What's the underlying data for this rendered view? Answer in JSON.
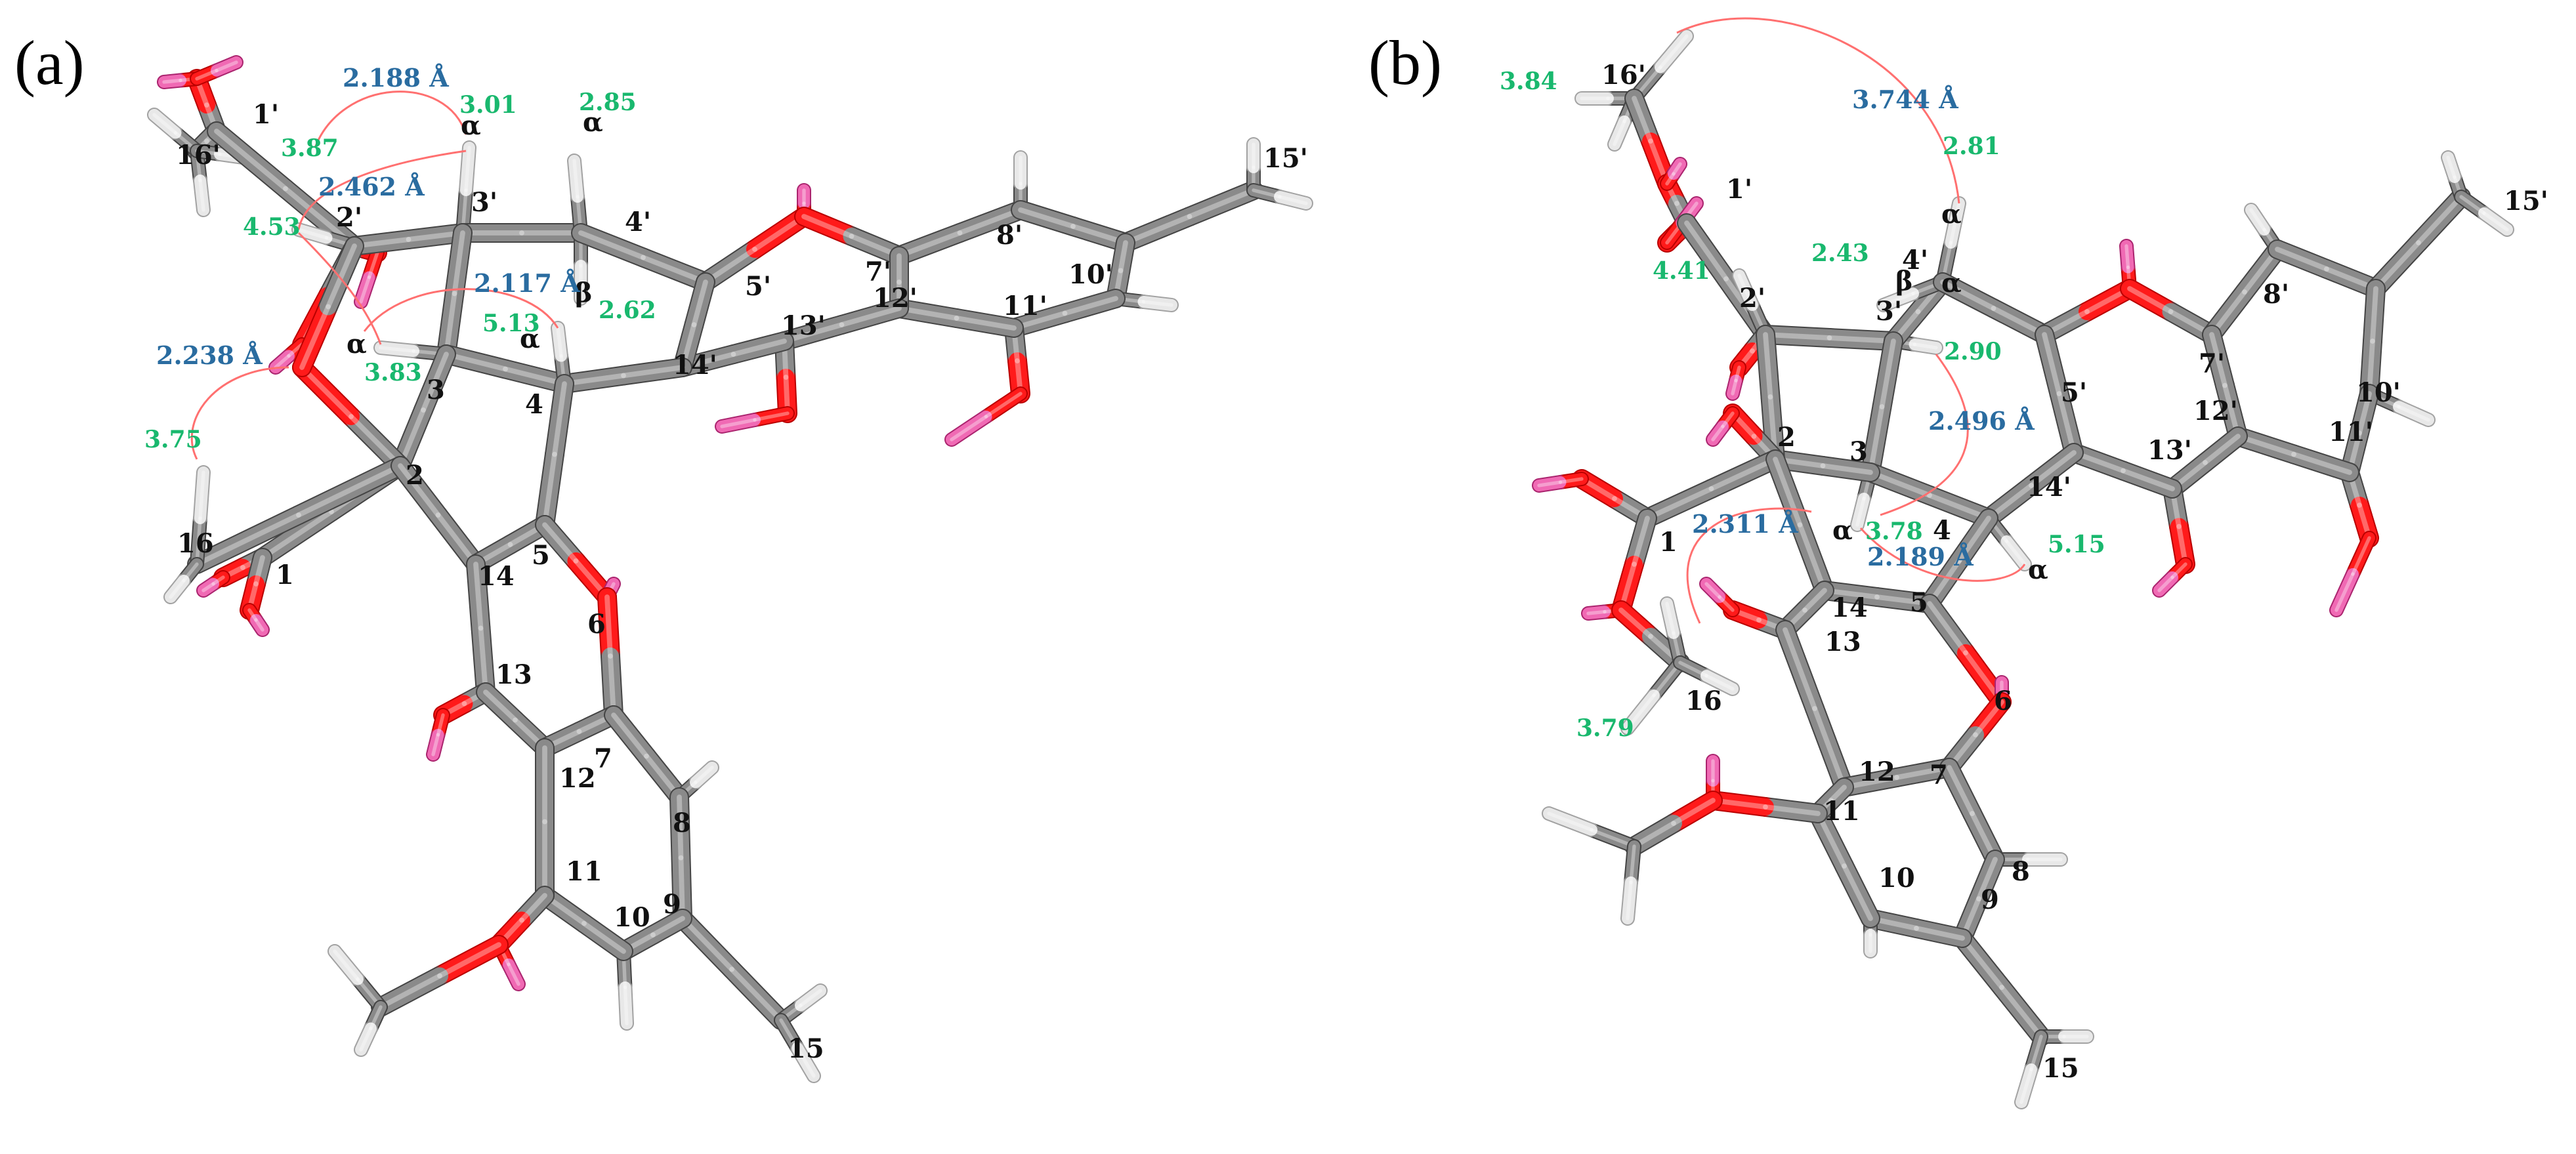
{
  "panels": [
    {
      "label": "(a)",
      "atom_labels": [
        "1'",
        "16'",
        "2'",
        "3'",
        "4'",
        "5'",
        "7'",
        "8'",
        "10'",
        "11'",
        "12'",
        "13'",
        "14'",
        "15'",
        "1",
        "2",
        "3",
        "4",
        "5",
        "6",
        "7",
        "8",
        "9",
        "10",
        "11",
        "12",
        "13",
        "14",
        "15",
        "16",
        "α",
        "α",
        "α",
        "α",
        "β"
      ],
      "distances": [
        "2.188 Å",
        "2.462 Å",
        "2.117 Å",
        "2.238 Å"
      ],
      "shifts": [
        "3.01",
        "2.85",
        "3.87",
        "4.53",
        "2.62",
        "5.13",
        "3.83",
        "3.75"
      ]
    },
    {
      "label": "(b)",
      "atom_labels": [
        "16'",
        "1'",
        "2'",
        "3'",
        "4'",
        "5'",
        "7'",
        "8'",
        "10'",
        "11'",
        "12'",
        "13'",
        "14'",
        "15'",
        "1",
        "2",
        "3",
        "4",
        "5",
        "6",
        "7",
        "8",
        "9",
        "10",
        "11",
        "12",
        "13",
        "14",
        "15",
        "16",
        "α",
        "α",
        "α",
        "α",
        "β"
      ],
      "distances": [
        "3.744 Å",
        "2.496 Å",
        "2.311 Å",
        "2.189 Å"
      ],
      "shifts": [
        "3.84",
        "2.81",
        "4.41",
        "2.43",
        "2.90",
        "3.78",
        "5.15",
        "3.79"
      ]
    }
  ],
  "colors": {
    "carbon": "#8a8a8a",
    "oxygen": "#ff1a1a",
    "hydrogen": "#e8e8e8",
    "oh_hydrogen": "#f06ab4",
    "distance_text": "#2a6ca0",
    "shift_text": "#19b86e",
    "noe_arc": "#ff7070"
  }
}
